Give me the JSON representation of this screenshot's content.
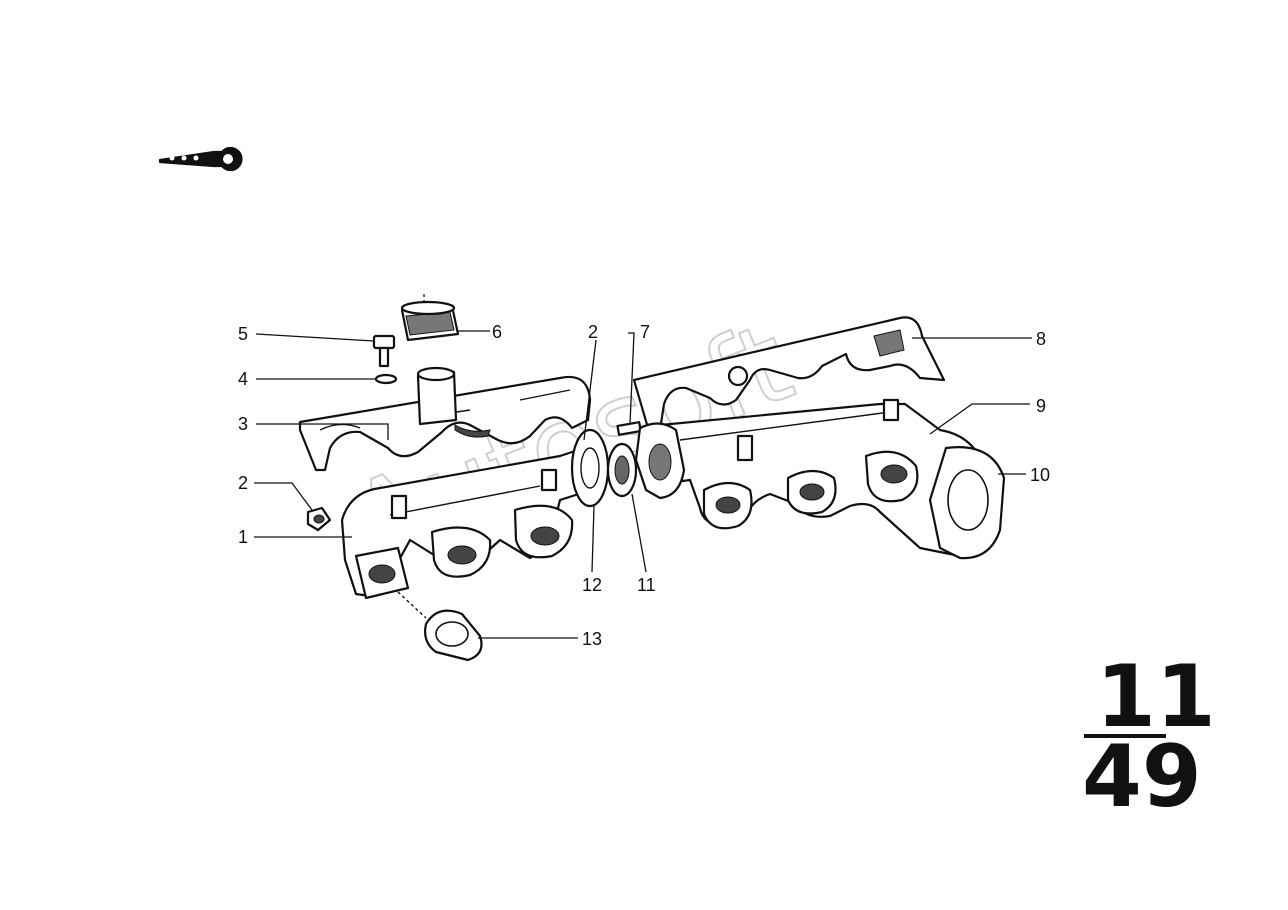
{
  "diagram": {
    "callouts": [
      {
        "id": "c5",
        "label": "5"
      },
      {
        "id": "c4",
        "label": "4"
      },
      {
        "id": "c3",
        "label": "3"
      },
      {
        "id": "c2a",
        "label": "2"
      },
      {
        "id": "c1",
        "label": "1"
      },
      {
        "id": "c6",
        "label": "6"
      },
      {
        "id": "c2b",
        "label": "2"
      },
      {
        "id": "c7",
        "label": "7"
      },
      {
        "id": "c8",
        "label": "8"
      },
      {
        "id": "c9",
        "label": "9"
      },
      {
        "id": "c10",
        "label": "10"
      },
      {
        "id": "c11",
        "label": "11"
      },
      {
        "id": "c12",
        "label": "12"
      },
      {
        "id": "c13",
        "label": "13"
      }
    ],
    "page_group": "11",
    "page_number": "49",
    "watermark": "Autosoft",
    "icons": [
      "key-icon"
    ]
  }
}
